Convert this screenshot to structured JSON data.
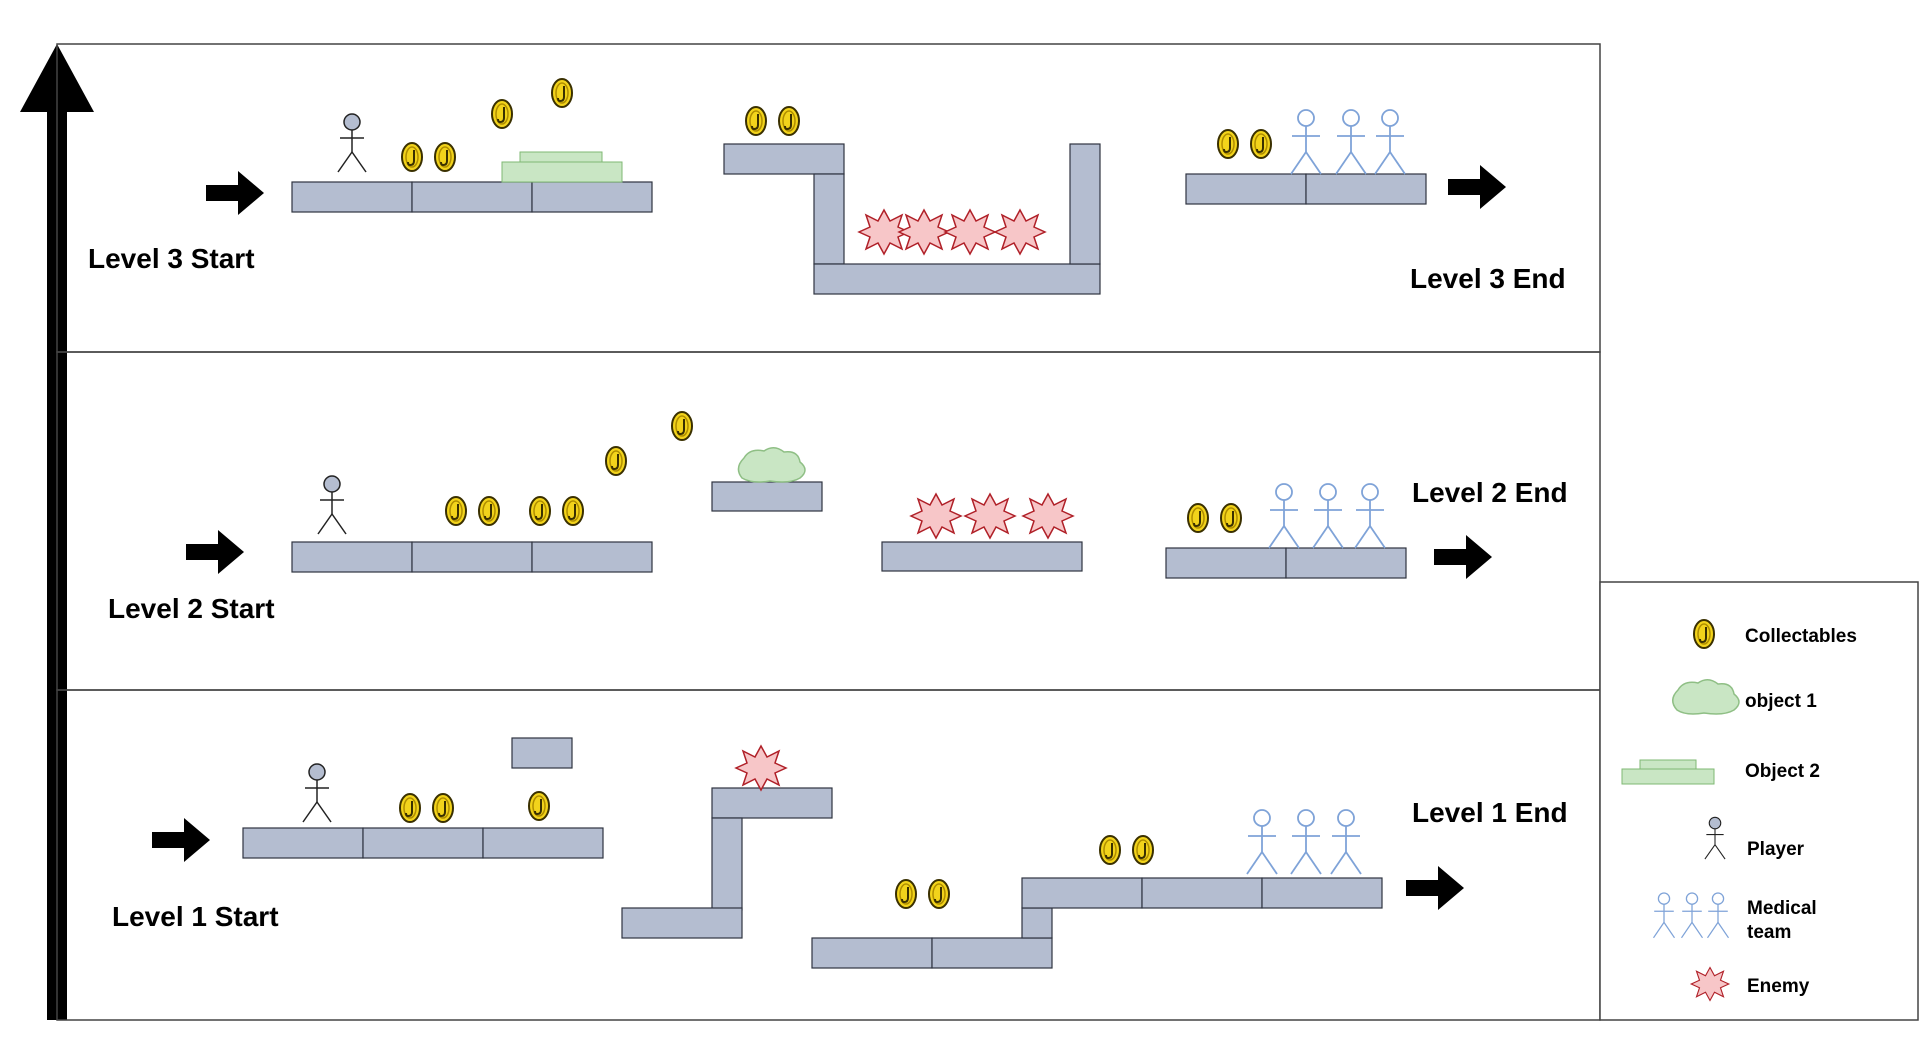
{
  "levels": [
    {
      "start_label": "Level 1 Start",
      "end_label": "Level 1 End"
    },
    {
      "start_label": "Level 2 Start",
      "end_label": "Level 2 End"
    },
    {
      "start_label": "Level 3 Start",
      "end_label": "Level 3 End"
    }
  ],
  "legend": {
    "items": [
      {
        "label": "Collectables",
        "icon": "coin-icon"
      },
      {
        "label": "object 1",
        "icon": "cloud-bush-icon"
      },
      {
        "label": "Object 2",
        "icon": "green-slab-icon"
      },
      {
        "label": "Player",
        "icon": "stick-figure-icon"
      },
      {
        "label_line1": "Medical",
        "label_line2": "team",
        "icon": "medical-team-icon"
      },
      {
        "label": "Enemy",
        "icon": "spiky-star-icon"
      }
    ]
  },
  "colors": {
    "platform": "#b4bdd0",
    "coin": "#f2d31b",
    "enemy": "#f7c6c8",
    "object": "#c9e6c4",
    "medical": "#7fa3d8"
  }
}
